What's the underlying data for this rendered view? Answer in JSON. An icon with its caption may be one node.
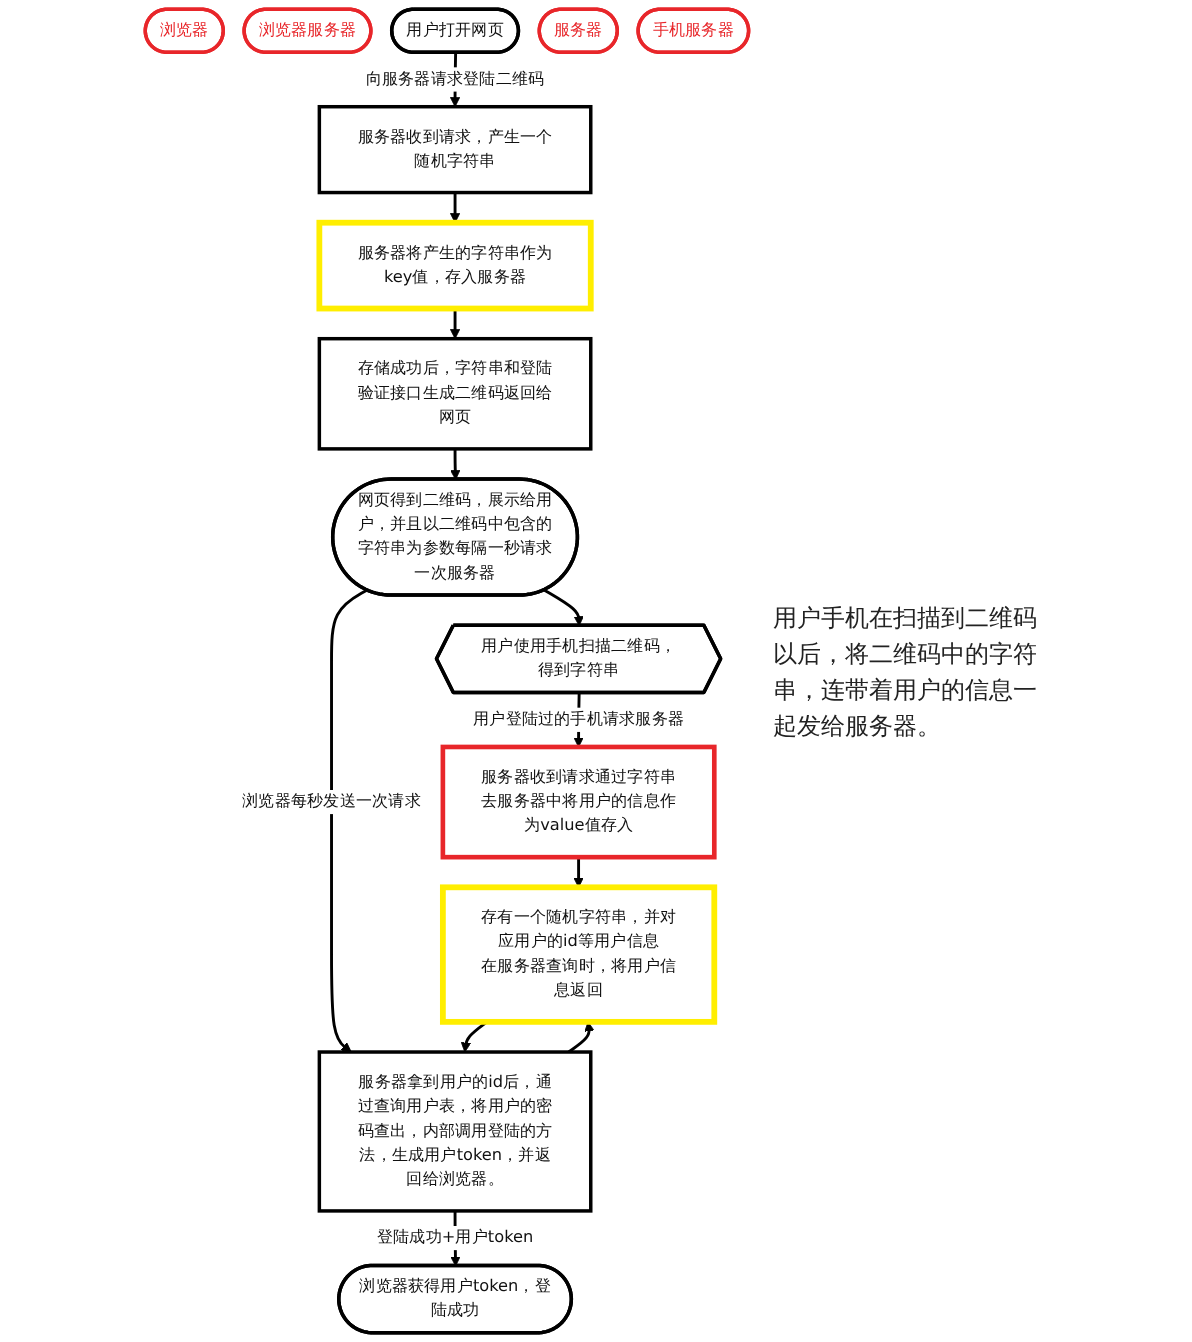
{
  "diagram": {
    "nodes": [
      {
        "text": [
          "浏览器"
        ]
      },
      {
        "text": [
          "浏览器服务器"
        ]
      },
      {
        "text": [
          "用户打开网页"
        ]
      },
      {
        "text": [
          "服务器收到请求，产生一个随机字符串"
        ]
      },
      {
        "text": [
          "服务器"
        ]
      },
      {
        "text": [
          "服务器将产生的字符串作为key值，存入服务器"
        ]
      },
      {
        "text": [
          "存储成功后，字符串和登陆验证接口生成二维码返回给网页"
        ]
      },
      {
        "text": [
          "网页得到二维码，展示给用户，并且以二维码中包含的字符串为参数每隔一秒请求一次服务器"
        ]
      },
      {
        "text": [
          "手机服务器"
        ]
      },
      {
        "text": [
          "用户使用手机扫描二维码，得到字符串"
        ]
      },
      {
        "text": [
          "服务器收到请求通过字符串去服务器中将用户的信息作为value值存入"
        ]
      },
      {
        "text": [
          "存有一个随机字符串，并对应用户的id等用户信息",
          "在服务器查询时，将用户信息返回"
        ]
      },
      {
        "text": [
          "服务器拿到用户的id后，通过查询用户表，将用户的密码查出，内部调用登陆的方法，生成用户token，并返回给浏览器。"
        ]
      },
      {
        "text": [
          "浏览器获得用户token，登陆成功"
        ]
      }
    ],
    "edges": [
      {
        "from": 2,
        "to": 3,
        "arrow": "to",
        "label": "向服务器请求登陆二维码"
      },
      {
        "from": 3,
        "to": 5,
        "arrow": "to"
      },
      {
        "from": 5,
        "to": 6,
        "arrow": "to"
      },
      {
        "from": 6,
        "to": 7,
        "arrow": "to"
      },
      {
        "from": 7,
        "to": 9,
        "arrow": "to"
      },
      {
        "from": 9,
        "to": 10,
        "arrow": "to",
        "label": "用户登陆过的手机请求服务器"
      },
      {
        "from": 10,
        "to": 11,
        "arrow": "to"
      },
      {
        "from": 7,
        "to": 12,
        "arrow": "to",
        "label": "浏览器每秒发送一次请求"
      },
      {
        "from": 12,
        "to": 11,
        "arrow": "to"
      },
      {
        "from": 11,
        "to": 12,
        "arrow": "to"
      },
      {
        "from": 12,
        "to": 13,
        "arrow": "to",
        "label": "登陆成功+用户token"
      }
    ],
    "labels": [
      "用户手机在扫描到二维码以后，将二维码中的字符串，连带着用户的信息一起发给服务器。"
    ]
  }
}
